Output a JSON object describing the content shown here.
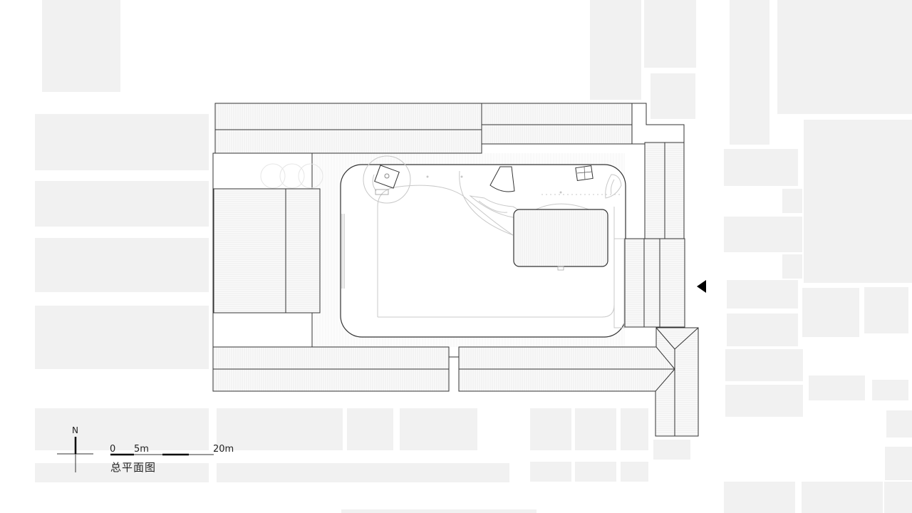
{
  "drawing": {
    "title": "总平面图",
    "type": "site-plan",
    "north_label": "N",
    "scale_bar": {
      "labels": [
        "0",
        "5m",
        "20m"
      ],
      "units": "m"
    },
    "entrance_marker": "entrance-arrow",
    "colors": {
      "background": "#ffffff",
      "context_blocks": "#f1f1f1",
      "outline": "#333333",
      "landscape_lines": "#c8c8c8",
      "roof_hatch": "#e6e6e6"
    }
  }
}
